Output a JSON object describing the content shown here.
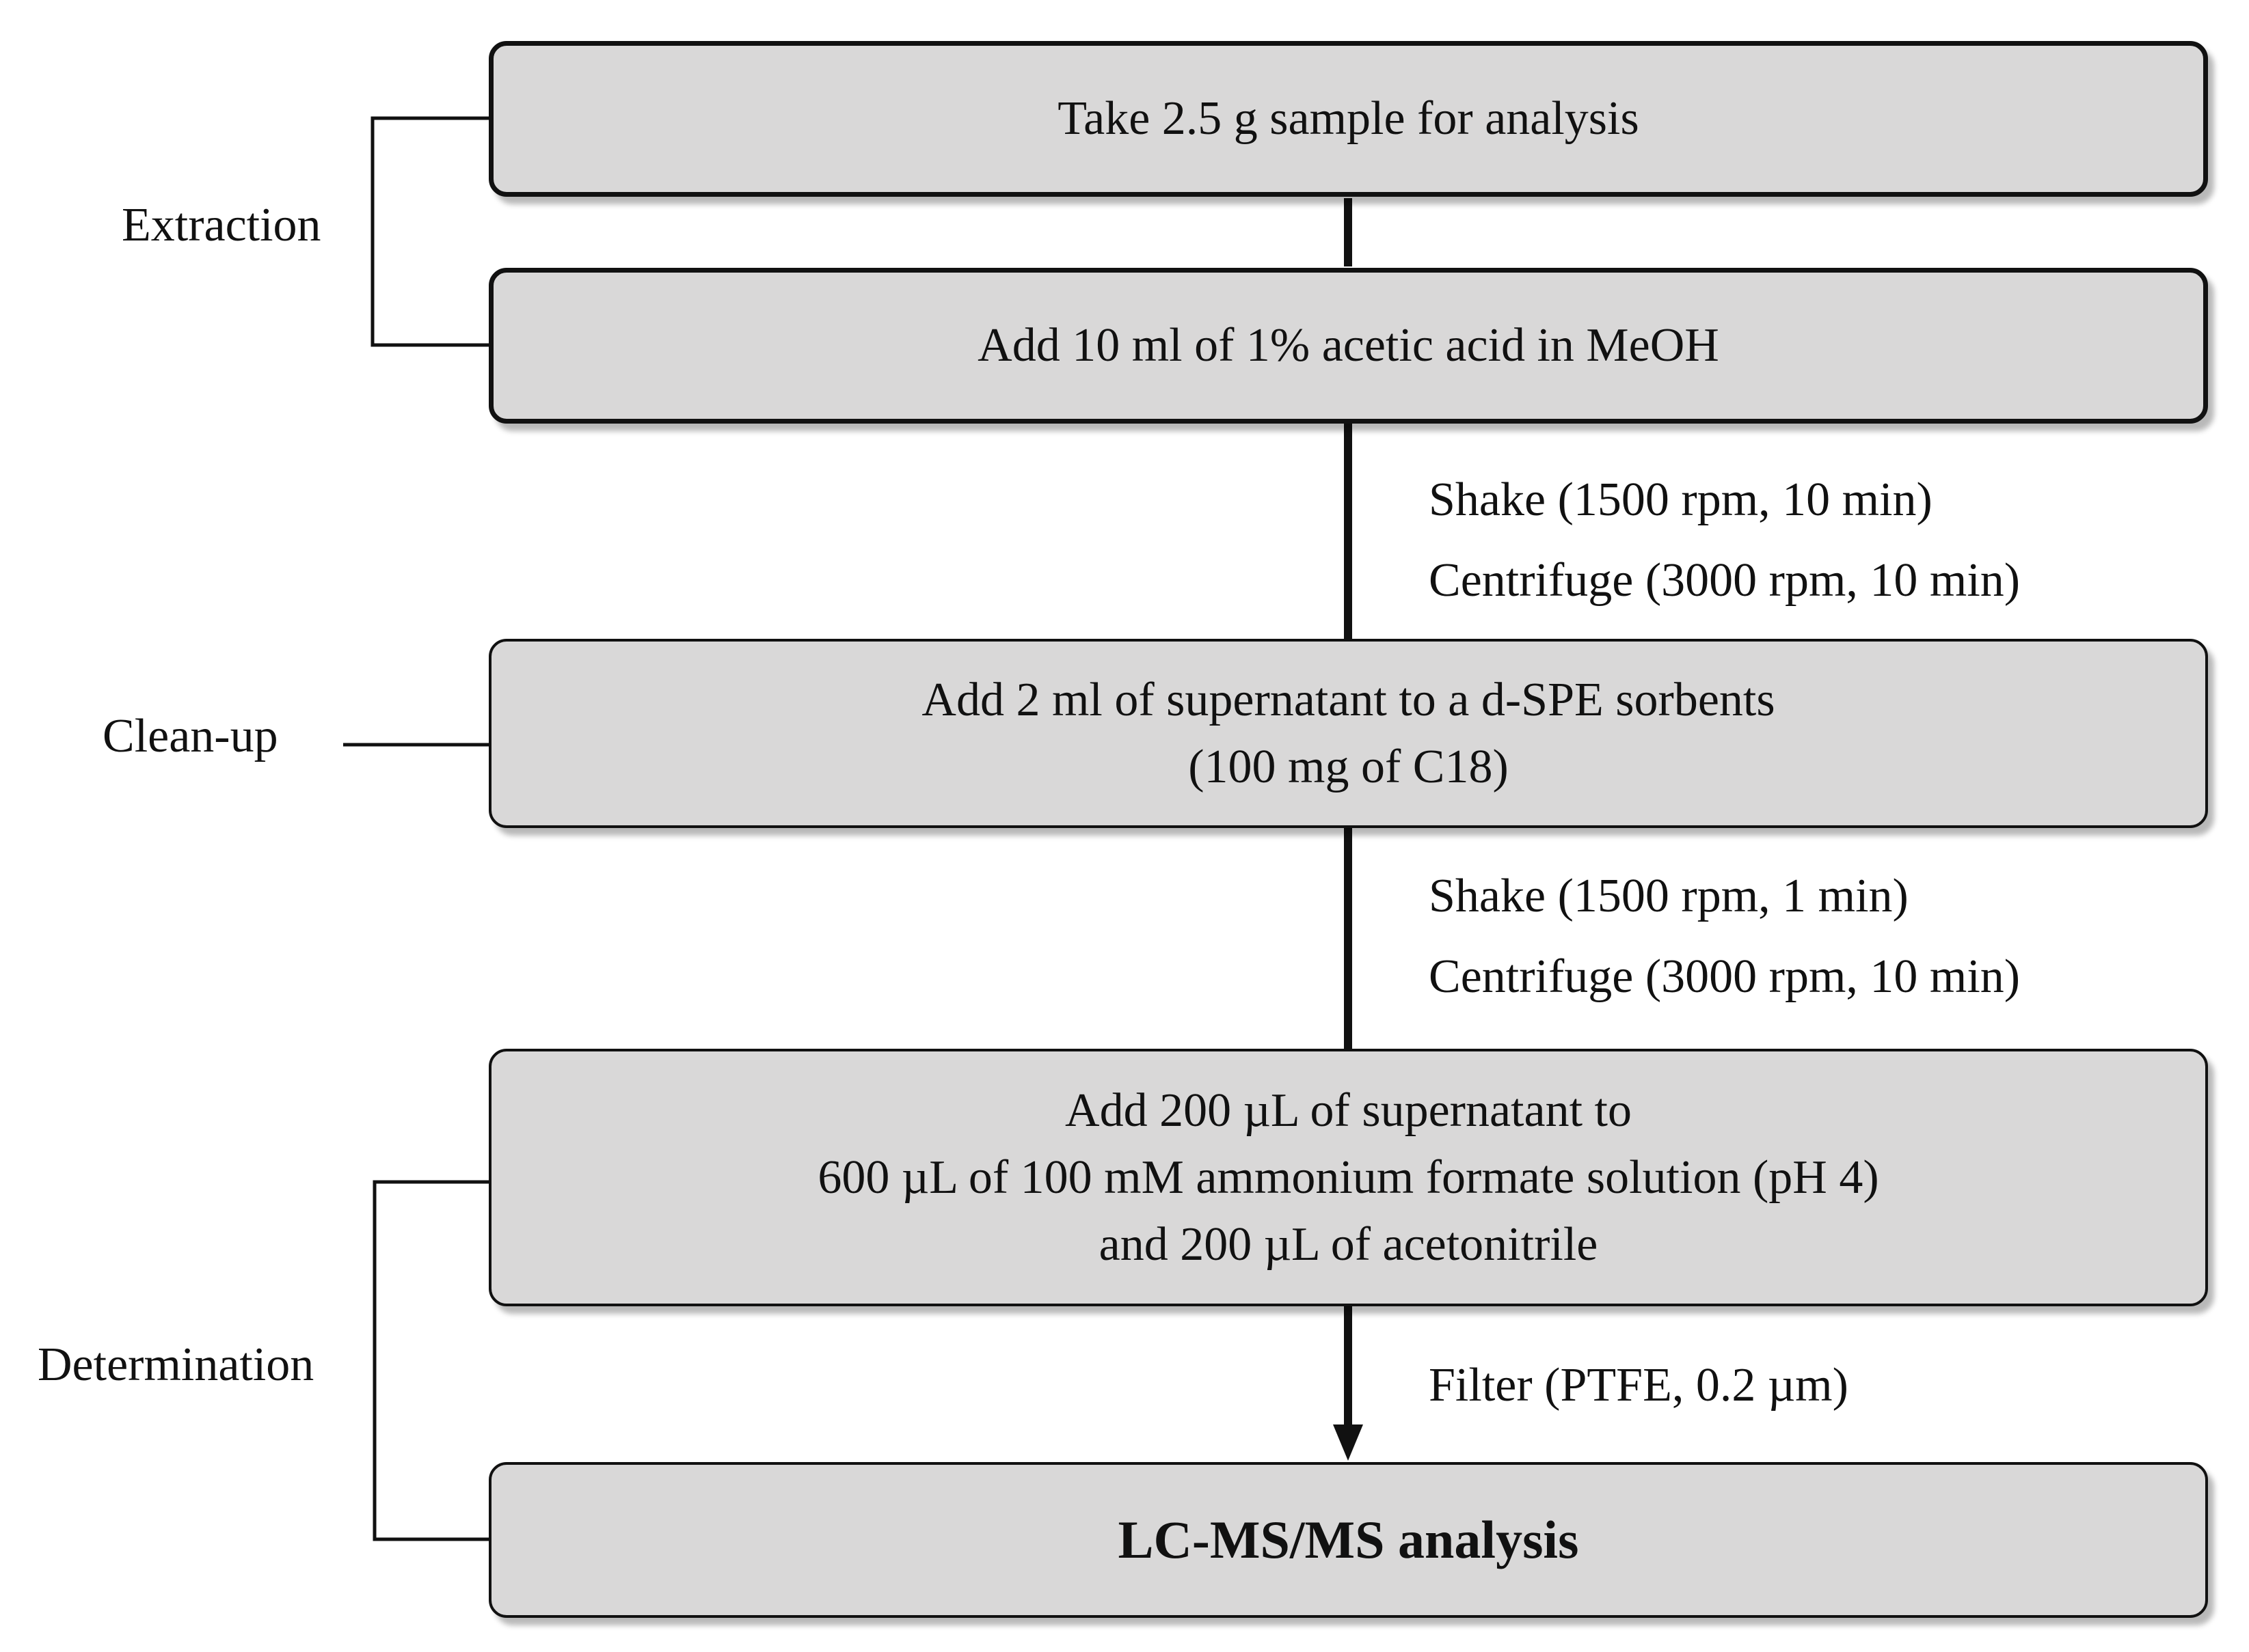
{
  "steps": [
    {
      "lines": [
        "Take 2.5 g sample for analysis"
      ]
    },
    {
      "lines": [
        "Add 10 ml of 1% acetic acid in MeOH"
      ]
    },
    {
      "lines": [
        "Add 2 ml of supernatant to a d-SPE sorbents",
        "(100 mg of C18)"
      ]
    },
    {
      "lines": [
        "Add 200 µL of supernatant to",
        "600 µL of 100 mM ammonium formate solution (pH 4)",
        "and 200 µL of acetonitrile"
      ]
    },
    {
      "lines": [
        "LC-MS/MS analysis"
      ]
    }
  ],
  "stages": {
    "extraction": "Extraction",
    "cleanup": "Clean-up",
    "determination": "Determination"
  },
  "conditions": {
    "first": [
      "Shake (1500 rpm, 10 min)",
      "Centrifuge (3000 rpm, 10 min)"
    ],
    "second": [
      "Shake (1500 rpm, 1 min)",
      "Centrifuge (3000 rpm, 10 min)"
    ],
    "third": [
      "Filter (PTFE, 0.2 µm)"
    ]
  }
}
